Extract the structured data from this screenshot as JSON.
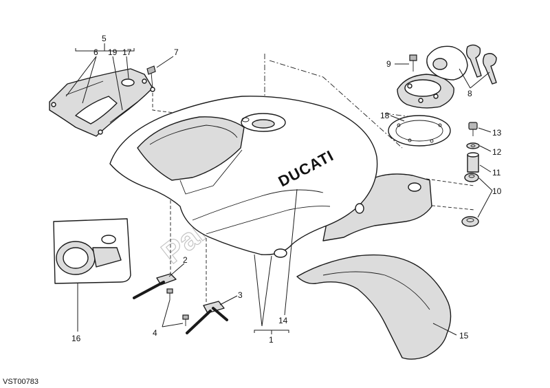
{
  "diagram_code": "VST00783",
  "brand_text": "DUCATI",
  "watermark": "PartsRepublik",
  "callouts": [
    {
      "id": "c1",
      "label": "1"
    },
    {
      "id": "c2",
      "label": "2"
    },
    {
      "id": "c3",
      "label": "3"
    },
    {
      "id": "c4",
      "label": "4"
    },
    {
      "id": "c5",
      "label": "5"
    },
    {
      "id": "c6",
      "label": "6"
    },
    {
      "id": "c7",
      "label": "7"
    },
    {
      "id": "c8",
      "label": "8"
    },
    {
      "id": "c9",
      "label": "9"
    },
    {
      "id": "c10",
      "label": "10"
    },
    {
      "id": "c11",
      "label": "11"
    },
    {
      "id": "c12",
      "label": "12"
    },
    {
      "id": "c13",
      "label": "13"
    },
    {
      "id": "c14",
      "label": "14"
    },
    {
      "id": "c15",
      "label": "15"
    },
    {
      "id": "c16",
      "label": "16"
    },
    {
      "id": "c17",
      "label": "17"
    },
    {
      "id": "c18",
      "label": "18"
    },
    {
      "id": "c19",
      "label": "19"
    }
  ]
}
